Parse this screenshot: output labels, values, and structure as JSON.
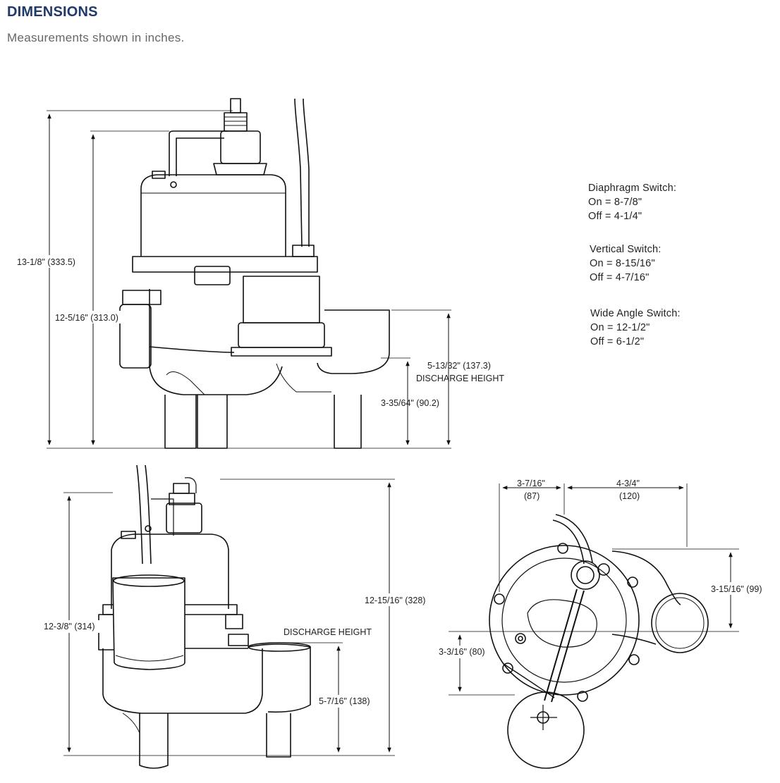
{
  "header": {
    "title": "DIMENSIONS",
    "subtitle": "Measurements shown in inches."
  },
  "switches": [
    {
      "name": "Diaphragm Switch:",
      "on": "On = 8-7/8\"",
      "off": "Off = 4-1/4\""
    },
    {
      "name": "Vertical Switch:",
      "on": "On = 8-15/16\"",
      "off": "Off = 4-7/16\""
    },
    {
      "name": "Wide Angle Switch:",
      "on": "On = 12-1/2\"",
      "off": "Off = 6-1/2\""
    }
  ],
  "front_view": {
    "overall_height": "13-1/8\" (333.5)",
    "body_height": "12-5/16\" (313.0)",
    "discharge_top": "5-13/32\" (137.3)",
    "discharge_label": "DISCHARGE HEIGHT",
    "discharge_center": "3-35/64\" (90.2)"
  },
  "side_view": {
    "overall_height": "12-15/16\" (328)",
    "body_height": "12-3/8\" (314)",
    "discharge_label": "DISCHARGE HEIGHT",
    "discharge_height": "5-7/16\" (138)"
  },
  "top_view": {
    "offset_left_in": "3-7/16\"",
    "offset_left_mm": "(87)",
    "offset_right_in": "4-3/4\"",
    "offset_right_mm": "(120)",
    "right_offset": "3-15/16\" (99)",
    "left_offset": "3-3/16\" (80)"
  }
}
